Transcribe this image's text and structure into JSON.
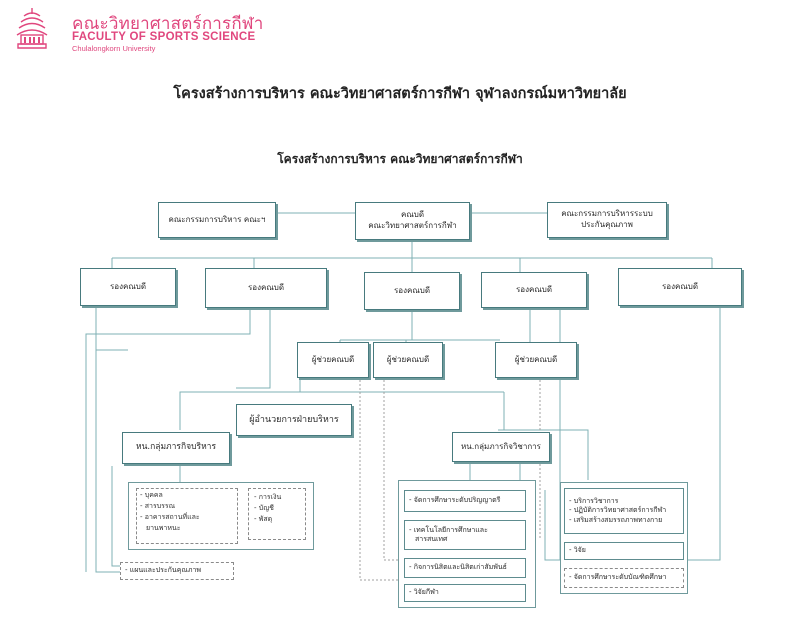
{
  "header": {
    "faculty_th": "คณะวิทยาศาสตร์การกีฬา",
    "faculty_en": "FACULTY OF SPORTS SCIENCE",
    "university": "Chulalongkorn University",
    "logo_icon": "chula-pra-kiao-icon",
    "brand_color": "#e0477e"
  },
  "page_title": "โครงสร้างการบริหาร คณะวิทยาศาสตร์การกีฬา จุฬาลงกรณ์มหาวิทยาลัย",
  "chart": {
    "title": "โครงสร้างการบริหาร คณะวิทยาศาสตร์การกีฬา",
    "line_color": "#7fb1b4",
    "committee": "คณะกรรมการบริหาร คณะฯ",
    "dean_line1": "คณบดี",
    "dean_line2": "คณะวิทยาศาสตร์การกีฬา",
    "qa_committee_line1": "คณะกรรมการบริหารระบบ",
    "qa_committee_line2": "ประกันคุณภาพ",
    "vice_deans": [
      "รองคณบดี",
      "รองคณบดี",
      "รองคณบดี",
      "รองคณบดี",
      "รองคณบดี"
    ],
    "assistant_deans": [
      "ผู้ช่วยคณบดี",
      "ผู้ช่วยคณบดี",
      "ผู้ช่วยคณบดี"
    ],
    "admin_director": "ผู้อำนวยการฝ่ายบริหาร",
    "admin_head": "หน.กลุ่มภารกิจบริหาร",
    "academic_head": "หน.กลุ่มภารกิจวิชาการ",
    "admin_units_left": [
      "- บุคคล",
      "- สารบรรณ",
      "- อาคารสถานที่และ",
      "  ยานพาหนะ"
    ],
    "admin_units_right": [
      "- การเงิน",
      "- บัญชี",
      "- พัสดุ"
    ],
    "planning_qa": "- แผนและประกันคุณภาพ",
    "academic_units": [
      "- จัดการศึกษาระดับปริญญาตรี",
      "- เทคโนโลยีการศึกษาและ",
      "  สารสนเทศ",
      "- กิจการนิสิตและนิสิตเก่าสัมพันธ์",
      "- วิจัยกีฬา"
    ],
    "services": [
      "- บริการวิชาการ",
      "- ปฏิบัติการวิทยาศาสตร์การกีฬา",
      "- เสริมสร้างสมรรถภาพทางกาย"
    ],
    "research": "- วิจัย",
    "graduate": "- จัดการศึกษาระดับบัณฑิตศึกษา"
  }
}
